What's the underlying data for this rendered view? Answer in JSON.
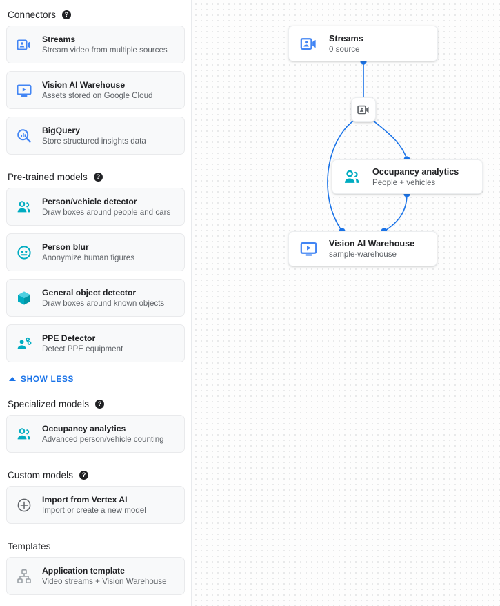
{
  "sidebar": {
    "sections": [
      {
        "title": "Connectors",
        "has_help": true,
        "items": [
          {
            "title": "Streams",
            "subtitle": "Stream video from multiple sources",
            "icon": "video-camera-person-icon",
            "icon_color": "#4285f4"
          },
          {
            "title": "Vision AI Warehouse",
            "subtitle": "Assets stored on Google Cloud",
            "icon": "monitor-play-icon",
            "icon_color": "#4285f4"
          },
          {
            "title": "BigQuery",
            "subtitle": "Store structured insights data",
            "icon": "bigquery-search-icon",
            "icon_color": "#4285f4"
          }
        ]
      },
      {
        "title": "Pre-trained models",
        "has_help": true,
        "items": [
          {
            "title": "Person/vehicle detector",
            "subtitle": "Draw boxes around people and cars",
            "icon": "people-group-icon",
            "icon_color": "#00acc1"
          },
          {
            "title": "Person blur",
            "subtitle": "Anonymize human figures",
            "icon": "face-blur-icon",
            "icon_color": "#00acc1"
          },
          {
            "title": "General object detector",
            "subtitle": "Draw boxes around known objects",
            "icon": "cube-box-icon",
            "icon_color": "#00acc1"
          },
          {
            "title": "PPE Detector",
            "subtitle": "Detect PPE equipment",
            "icon": "ppe-person-icon",
            "icon_color": "#00acc1"
          }
        ]
      }
    ],
    "show_less_label": "SHOW LESS",
    "sections_lower": [
      {
        "title": "Specialized models",
        "has_help": true,
        "items": [
          {
            "title": "Occupancy analytics",
            "subtitle": "Advanced person/vehicle counting",
            "icon": "people-group-icon",
            "icon_color": "#00acc1"
          }
        ]
      },
      {
        "title": "Custom models",
        "has_help": true,
        "items": [
          {
            "title": "Import from Vertex AI",
            "subtitle": "Import or create a new model",
            "icon": "plus-circle-icon",
            "icon_color": "#5f6368"
          }
        ]
      },
      {
        "title": "Templates",
        "has_help": false,
        "items": [
          {
            "title": "Application template",
            "subtitle": "Video streams + Vision Warehouse",
            "icon": "hierarchy-template-icon",
            "icon_color": "#9aa0a6"
          }
        ]
      }
    ],
    "help_glyph": "?"
  },
  "canvas": {
    "nodes": [
      {
        "id": "streams",
        "title": "Streams",
        "subtitle": "0 source",
        "icon": "video-camera-person-icon",
        "icon_color": "#4285f4"
      },
      {
        "id": "occupancy",
        "title": "Occupancy analytics",
        "subtitle": "People + vehicles",
        "icon": "people-group-icon",
        "icon_color": "#00acc1"
      },
      {
        "id": "warehouse",
        "title": "Vision AI Warehouse",
        "subtitle": "sample-warehouse",
        "icon": "monitor-play-icon",
        "icon_color": "#4285f4"
      }
    ],
    "edge_badge_icon": "video-camera-person-icon",
    "edge_color": "#1a73e8",
    "grid_dot_color": "#e4e5e7"
  }
}
